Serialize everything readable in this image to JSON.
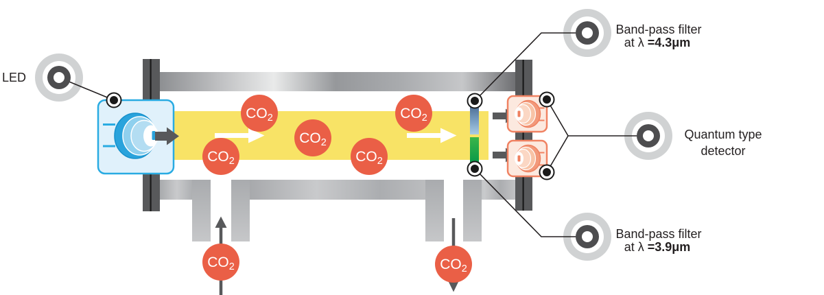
{
  "callouts": {
    "led": {
      "label": "LED"
    },
    "bandpass_top": {
      "title": "Band-pass filter",
      "wavelength_prefix": "at λ ",
      "wavelength_value": "=4.3μm"
    },
    "bandpass_bottom": {
      "title": "Band-pass filter",
      "wavelength_prefix": "at λ ",
      "wavelength_value": "=3.9μm"
    },
    "quantum_detector": {
      "title_line1": "Quantum type",
      "title_line2": "detector"
    }
  },
  "molecule": {
    "formula_main": "CO",
    "formula_sub": "2"
  },
  "colors": {
    "beam_yellow": "#F8E366",
    "co2_red": "#EA5F46",
    "led_accent": "#29ABE2",
    "led_box_fill": "#E0F1FB",
    "detector_accent": "#F08262",
    "detector_box_fill": "#FCE9DF",
    "wall_dark": "#58595B",
    "metal_gray": "#A7A9AC",
    "filter_blue": "#4A6B91",
    "filter_green": "#00A651",
    "ring_gray": "#D0D2D3",
    "ring_dark": "#4D4D4F",
    "text_dark": "#231F20"
  }
}
